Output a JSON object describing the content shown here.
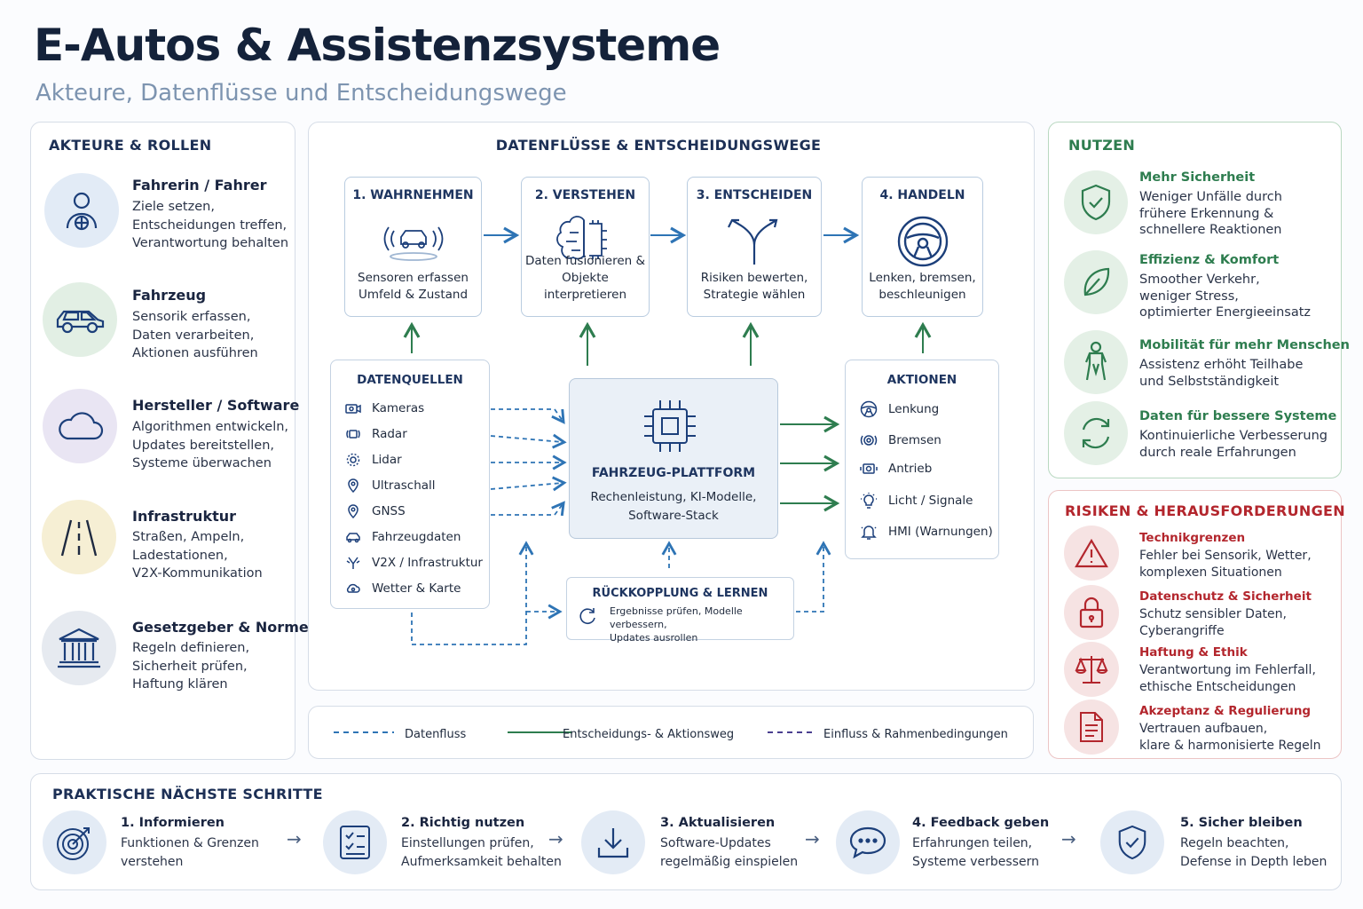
{
  "header": {
    "title": "E-Autos & Assistenzsysteme",
    "subtitle": "Akteure, Datenflüsse und Entscheidungswege"
  },
  "actors": {
    "title": "AKTEURE & ROLLEN",
    "items": [
      {
        "name": "Fahrerin / Fahrer",
        "desc": "Ziele setzen,\nEntscheidungen treffen,\nVerantwortung behalten",
        "icon": "driver-icon",
        "color": "#e2ebf6"
      },
      {
        "name": "Fahrzeug",
        "desc": "Sensorik erfassen,\nDaten verarbeiten,\nAktionen ausführen",
        "icon": "car-icon",
        "color": "#e2efe4"
      },
      {
        "name": "Hersteller / Software",
        "desc": "Algorithmen entwickeln,\nUpdates bereitstellen,\nSysteme überwachen",
        "icon": "cloud-icon",
        "color": "#e9e5f3"
      },
      {
        "name": "Infrastruktur",
        "desc": "Straßen, Ampeln,\nLadestationen,\nV2X-Kommunikation",
        "icon": "road-icon",
        "color": "#f6efd4"
      },
      {
        "name": "Gesetzgeber & Normen",
        "desc": "Regeln definieren,\nSicherheit prüfen,\nHaftung klären",
        "icon": "government-icon",
        "color": "#e6eaf0"
      }
    ]
  },
  "flow": {
    "title": "DATENFLÜSSE & ENTSCHEIDUNGSWEGE",
    "steps": [
      {
        "title": "1. WAHRNEHMEN",
        "desc": "Sensoren erfassen\nUmfeld & Zustand",
        "icon": "sensor-car-icon"
      },
      {
        "title": "2. VERSTEHEN",
        "desc": "Daten fusionieren &\nObjekte interpretieren",
        "icon": "brain-icon"
      },
      {
        "title": "3. ENTSCHEIDEN",
        "desc": "Risiken bewerten,\nStrategie wählen",
        "icon": "fork-arrow-icon"
      },
      {
        "title": "4. HANDELN",
        "desc": "Lenken, bremsen,\nbeschleunigen",
        "icon": "steering-wheel-icon"
      }
    ],
    "sources": {
      "title": "DATENQUELLEN",
      "items": [
        "Kameras",
        "Radar",
        "Lidar",
        "Ultraschall",
        "GNSS",
        "Fahrzeugdaten",
        "V2X / Infrastruktur",
        "Wetter & Karte"
      ]
    },
    "platform": {
      "title": "FAHRZEUG-PLATTFORM",
      "desc": "Rechenleistung, KI-Modelle,\nSoftware-Stack"
    },
    "actions": {
      "title": "AKTIONEN",
      "items": [
        "Lenkung",
        "Bremsen",
        "Antrieb",
        "Licht / Signale",
        "HMI (Warnungen)"
      ]
    },
    "feedback": {
      "title": "RÜCKKOPPLUNG & LERNEN",
      "desc": "Ergebnisse prüfen, Modelle verbessern,\nUpdates ausrollen"
    }
  },
  "legend": {
    "items": [
      "Datenfluss",
      "Entscheidungs- & Aktionsweg",
      "Einfluss & Rahmenbedingungen"
    ],
    "colors": [
      "#2e74b5",
      "#2e7d4f",
      "#4a3f8f"
    ]
  },
  "benefits": {
    "title": "NUTZEN",
    "color": "#2e7d4f",
    "items": [
      {
        "title": "Mehr Sicherheit",
        "desc": "Weniger Unfälle durch\nfrühere Erkennung &\nschnellere Reaktionen",
        "icon": "shield-check-icon"
      },
      {
        "title": "Effizienz & Komfort",
        "desc": "Smoother Verkehr,\nweniger Stress,\noptimierter Energieeinsatz",
        "icon": "leaf-icon"
      },
      {
        "title": "Mobilität für mehr Menschen",
        "desc": "Assistenz erhöht Teilhabe\nund Selbstständigkeit",
        "icon": "person-icon"
      },
      {
        "title": "Daten für bessere Systeme",
        "desc": "Kontinuierliche Verbesserung\ndurch reale Erfahrungen",
        "icon": "refresh-icon"
      }
    ]
  },
  "risks": {
    "title": "RISIKEN & HERAUSFORDERUNGEN",
    "color": "#b3262d",
    "items": [
      {
        "title": "Technikgrenzen",
        "desc": "Fehler bei Sensorik, Wetter,\nkomplexen Situationen",
        "icon": "warning-icon"
      },
      {
        "title": "Datenschutz & Sicherheit",
        "desc": "Schutz sensibler Daten,\nCyberangriffe",
        "icon": "lock-icon"
      },
      {
        "title": "Haftung & Ethik",
        "desc": "Verantwortung im Fehlerfall,\nethische Entscheidungen",
        "icon": "scale-icon"
      },
      {
        "title": "Akzeptanz & Regulierung",
        "desc": "Vertrauen aufbauen,\nklare & harmonisierte Regeln",
        "icon": "document-icon"
      }
    ]
  },
  "next_steps": {
    "title": "PRAKTISCHE NÄCHSTE SCHRITTE",
    "items": [
      {
        "title": "1. Informieren",
        "desc": "Funktionen & Grenzen\nverstehen",
        "icon": "target-icon"
      },
      {
        "title": "2. Richtig nutzen",
        "desc": "Einstellungen prüfen,\nAufmerksamkeit behalten",
        "icon": "checklist-icon"
      },
      {
        "title": "3. Aktualisieren",
        "desc": "Software-Updates\nregelmäßig einspielen",
        "icon": "download-icon"
      },
      {
        "title": "4. Feedback geben",
        "desc": "Erfahrungen teilen,\nSysteme verbessern",
        "icon": "chat-icon"
      },
      {
        "title": "5. Sicher bleiben",
        "desc": "Regeln beachten,\nDefense in Depth leben",
        "icon": "shield-check-icon"
      }
    ]
  }
}
